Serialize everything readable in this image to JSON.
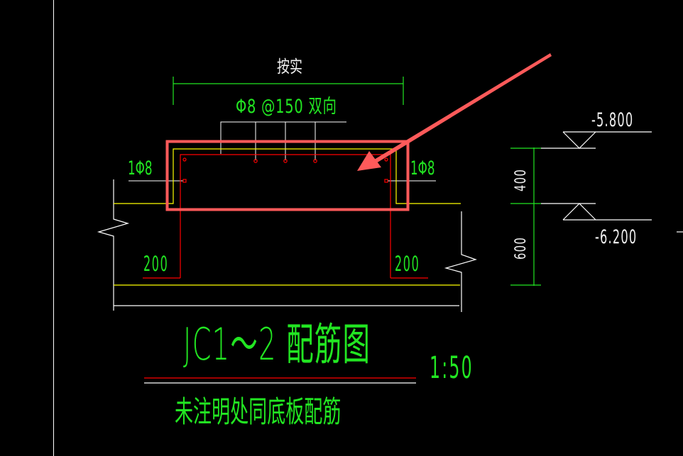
{
  "drawing": {
    "overall_dim_label": "按实",
    "top_rebar_label": "Φ8 @150 双向",
    "left_bar_label": "1Φ8",
    "right_bar_label": "1Φ8",
    "left_anchor_dim": "200",
    "right_anchor_dim": "200",
    "elevation_top": "-5.800",
    "elevation_bottom": "-6.200",
    "dim_upper": "400",
    "dim_lower": "600",
    "title": "JC1～2 配筋图",
    "scale": "1:50",
    "note": "未注明处同底板配筋"
  },
  "annotation": {
    "highlight_color": "#ff5a5a",
    "shape": "rectangle-with-arrow"
  },
  "colors": {
    "background": "#000000",
    "text_green": "#22e622",
    "line_white": "#ffffff",
    "line_yellow": "#ffff00",
    "rebar_red": "#ff0000",
    "markup_red": "#ff5a5a"
  }
}
